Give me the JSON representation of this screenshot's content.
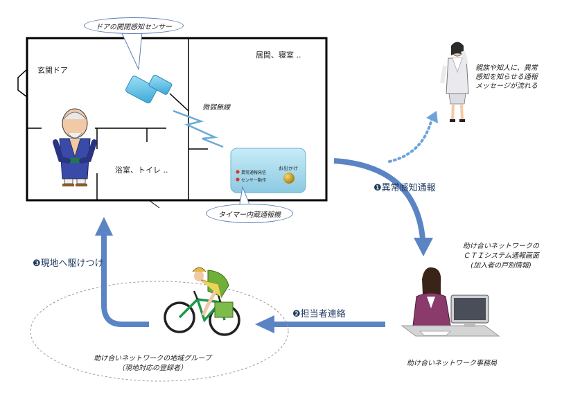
{
  "sensor_callout": "ドアの開閉感知センサー",
  "rooms": {
    "genkan": "玄関ドア",
    "living": "居間、寝室 ..",
    "bath": "浴室、トイレ .."
  },
  "wireless": "微弱無線",
  "device": {
    "callout": "タイマー内蔵通報機",
    "lamp1": "異常通報発信",
    "lamp2": "センサー動作",
    "button": "お出かけ"
  },
  "family_note": [
    "親族や知人に、異常",
    "感知を知らせる通報",
    "メッセージが流れる"
  ],
  "step1": {
    "num": "❶",
    "text": "異常感知通報"
  },
  "step2": {
    "num": "❷",
    "text": "担当者連絡"
  },
  "step3": {
    "num": "❸",
    "text": "現地へ駆けつけ"
  },
  "cti_note": [
    "助け合いネットワークの",
    "ＣＴＩシステム通報画面",
    "(加入者の戸別情報)"
  ],
  "office_label": "助け合いネットワーク事務局",
  "group_label": [
    "助け合いネットワークの地域グループ",
    "（現地対応の登録者）"
  ],
  "colors": {
    "arrow": "#5b84c4",
    "dotted": "#6fa3d8",
    "device": "#9fd8ec",
    "sensor": "#5bc0e6"
  }
}
